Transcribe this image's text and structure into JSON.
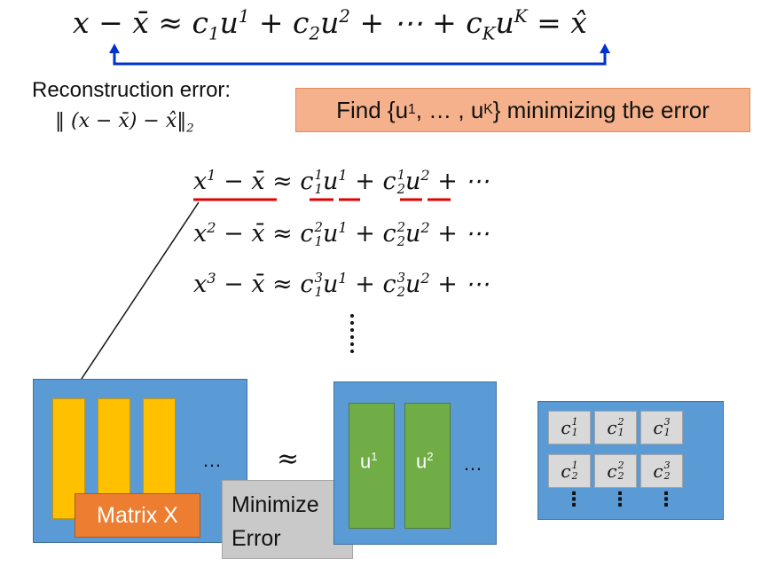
{
  "top_equation": {
    "lhs": "x − x̄ ≈ c",
    "term1_sub": "1",
    "u1": "u",
    "u1_sup": "1",
    "plus1": " + c",
    "term2_sub": "2",
    "u2": "u",
    "u2_sup": "2",
    "mid": " + ⋯ + c",
    "termK_sub": "K",
    "uK": "u",
    "uK_sup": "K",
    "rhs": "  = x̂"
  },
  "reconstruction": {
    "label": "Reconstruction error:",
    "formula": "‖ (x − x̄) − x̂‖",
    "formula_sub": "2"
  },
  "find_box": {
    "prefix": "Find {u",
    "sup1": "1",
    "middle": ", … , u",
    "supK": "K",
    "suffix": "} minimizing the error"
  },
  "equations": [
    {
      "x_sup": "1",
      "c1_sup": "1",
      "c2_sup": "1"
    },
    {
      "x_sup": "2",
      "c1_sup": "2",
      "c2_sup": "2"
    },
    {
      "x_sup": "3",
      "c1_sup": "3",
      "c2_sup": "3"
    }
  ],
  "eq_parts": {
    "x": "x",
    "minus_xbar": " − x̄ ≈ ",
    "c": "c",
    "c1_sub": "1",
    "c2_sub": "2",
    "u": "u",
    "u1_sup": "1",
    "u2_sup": "2",
    "plus": " + ",
    "tail": " + ⋯"
  },
  "matrix_x": {
    "label": "Matrix X",
    "ellipsis": "…"
  },
  "approx_symbol": "≈",
  "minimize_box": {
    "line1": "Minimize",
    "line2": "Error"
  },
  "u_panel": {
    "bars": [
      {
        "base": "u",
        "sup": "1"
      },
      {
        "base": "u",
        "sup": "2"
      }
    ],
    "ellipsis": "…"
  },
  "c_panel": {
    "rows": [
      [
        {
          "sup": "1",
          "sub": "1"
        },
        {
          "sup": "2",
          "sub": "1"
        },
        {
          "sup": "3",
          "sub": "1"
        }
      ],
      [
        {
          "sup": "1",
          "sub": "2"
        },
        {
          "sup": "2",
          "sub": "2"
        },
        {
          "sup": "3",
          "sub": "2"
        }
      ]
    ],
    "cell_base": "c",
    "vdots": "⋮"
  },
  "colors": {
    "panel_blue": "#5b9bd5",
    "bar_yellow": "#ffc000",
    "bar_green": "#70ad47",
    "orange_label": "#ed7d31",
    "salmon_box": "#f4b18b",
    "gray_box": "#c9c9c9",
    "arrow_blue": "#0033cc",
    "underline_red": "#e00000"
  }
}
